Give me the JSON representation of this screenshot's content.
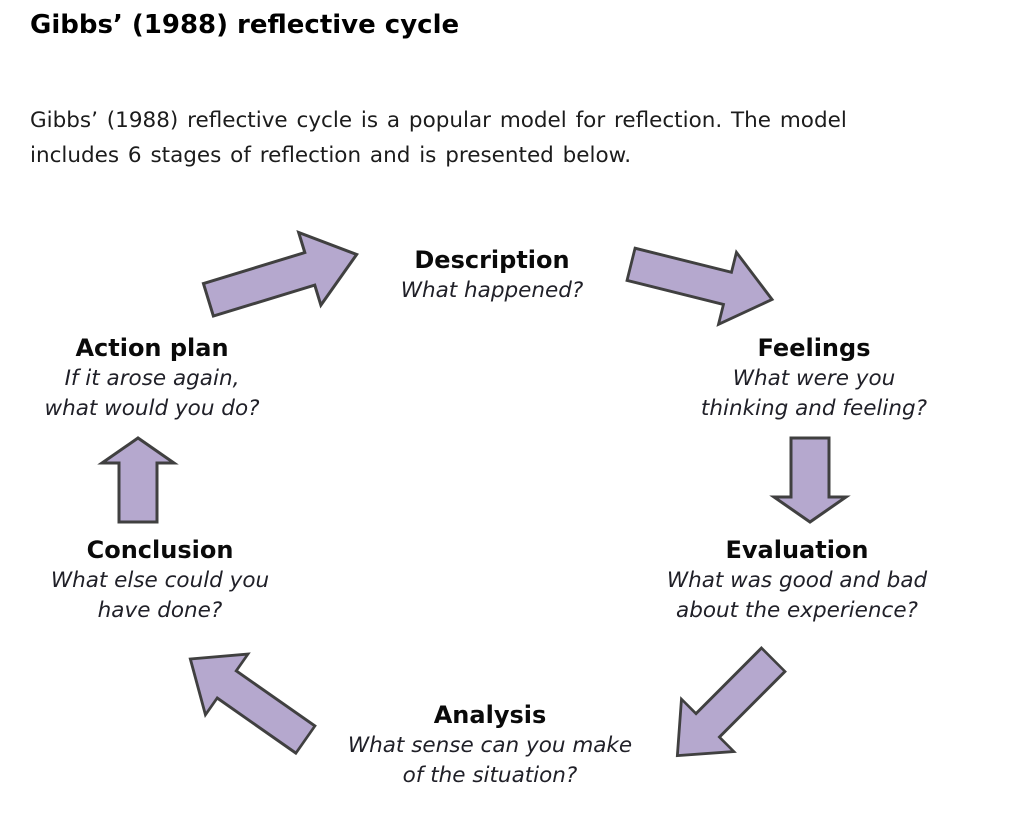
{
  "document": {
    "title": "Gibbs’ (1988) reflective cycle",
    "intro_lines": [
      "Gibbs’ (1988) reflective cycle is a popular model for reflection. The model",
      "includes 6 stages of reflection and is presented below."
    ]
  },
  "diagram": {
    "type": "cycle-diagram",
    "stage_count": 6,
    "arrow_fill": "#b5a8ce",
    "arrow_outline": "#404040",
    "stages": [
      {
        "name": "Description",
        "lines": [
          "What happened?"
        ]
      },
      {
        "name": "Feelings",
        "lines": [
          "What were you",
          "thinking and feeling?"
        ]
      },
      {
        "name": "Evaluation",
        "lines": [
          "What was good and bad",
          "about the experience?"
        ]
      },
      {
        "name": "Analysis",
        "lines": [
          "What sense can you make",
          "of the situation?"
        ]
      },
      {
        "name": "Conclusion",
        "lines": [
          "What else could you",
          "have done?"
        ]
      },
      {
        "name": "Action plan",
        "lines": [
          "If it arose again,",
          "what would you do?"
        ]
      }
    ],
    "flow": [
      {
        "from": "Description",
        "to": "Feelings"
      },
      {
        "from": "Feelings",
        "to": "Evaluation"
      },
      {
        "from": "Evaluation",
        "to": "Analysis"
      },
      {
        "from": "Analysis",
        "to": "Conclusion"
      },
      {
        "from": "Conclusion",
        "to": "Action plan"
      },
      {
        "from": "Action plan",
        "to": "Description"
      }
    ]
  }
}
